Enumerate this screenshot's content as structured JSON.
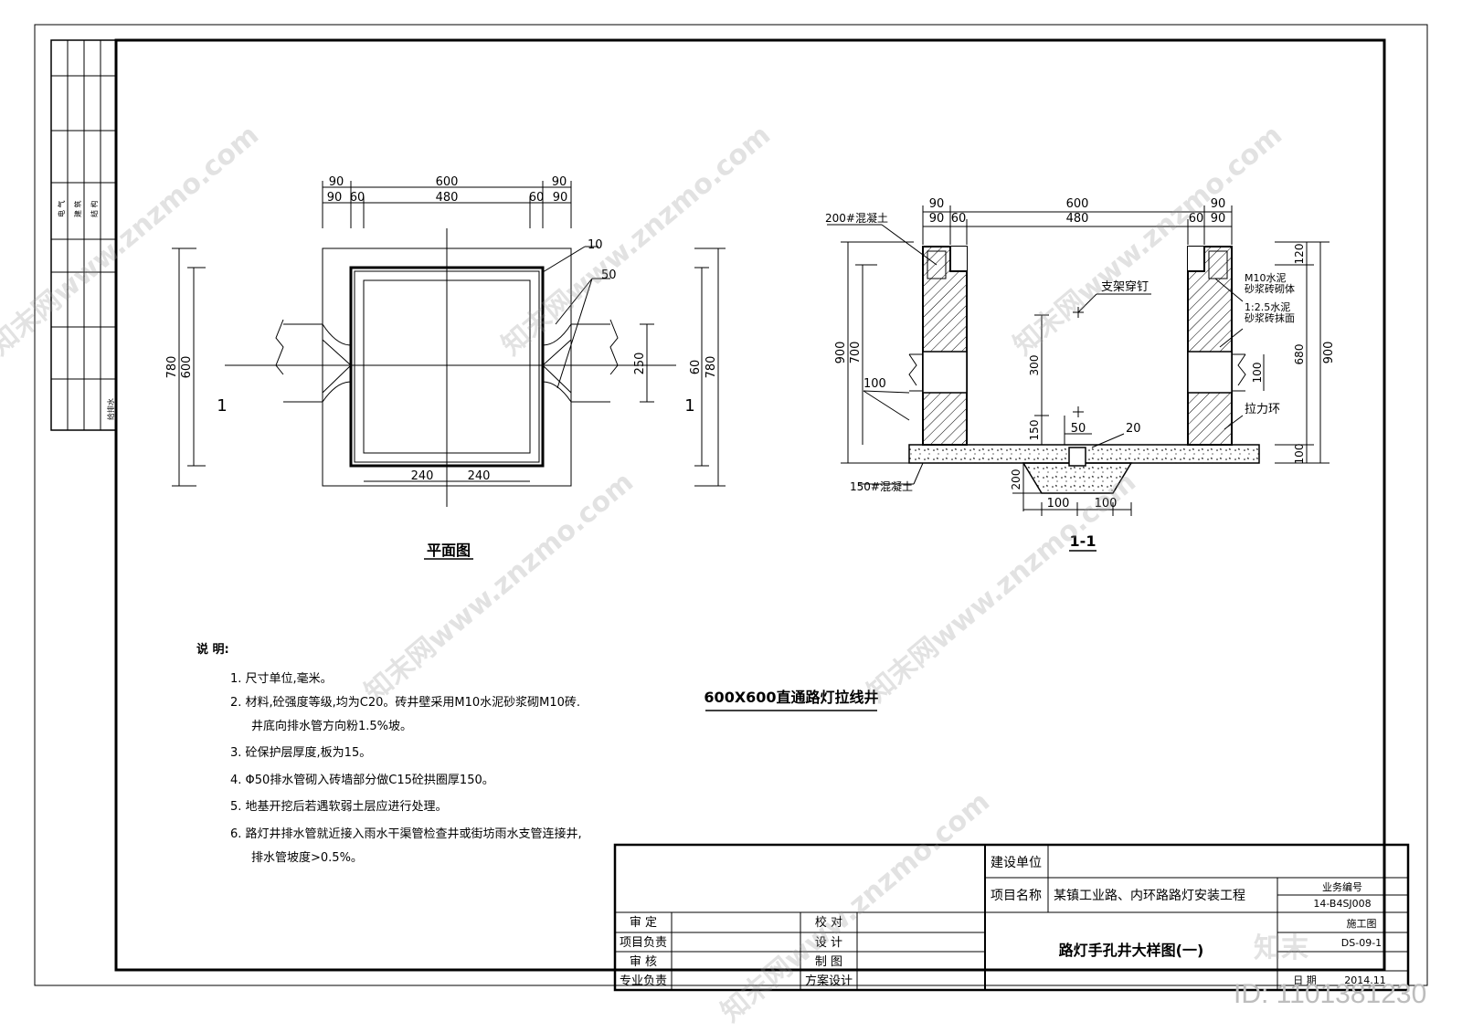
{
  "drawing_title": "600X600直通路灯拉线井",
  "plan": {
    "caption": "平面图",
    "dims_top_upper": [
      "90",
      "600",
      "90"
    ],
    "dims_top_lower": [
      "90",
      "60",
      "480",
      "60",
      "90"
    ],
    "dim_left_outer": "780",
    "dim_left_inner": "600",
    "dim_right_outer": "780",
    "dim_right_inner": "60",
    "dim_pipe": "250",
    "dims_bottom": [
      "240",
      "240"
    ],
    "callout_10": "10",
    "callout_50": "50",
    "section_mark_left": "1",
    "section_mark_right": "1"
  },
  "section": {
    "caption": "1-1",
    "dims_top_upper": [
      "90",
      "600",
      "90"
    ],
    "dims_top_lower": [
      "90",
      "60",
      "480",
      "60",
      "90"
    ],
    "dim_left_900": "900",
    "dim_left_700": "700",
    "dim_right_120": "120",
    "dim_right_680": "680",
    "dim_right_100": "100",
    "dim_right_900": "900",
    "dim_pipe_right": "100",
    "dim_300": "300",
    "dim_150": "150",
    "dim_50": "50",
    "dim_20": "20",
    "dim_200": "200",
    "dims_bottom": [
      "100",
      "100"
    ],
    "label_100": "100",
    "label_c200": "200#混凝土",
    "label_c150": "150#混凝土",
    "label_bracket": "支架穿钉",
    "label_masonry_1": "M10水泥",
    "label_masonry_2": "砂浆砖砌体",
    "label_plaster_1": "1:2.5水泥",
    "label_plaster_2": "砂浆砖抹面",
    "label_ring": "拉力环"
  },
  "notes": {
    "heading": "说 明:",
    "items": [
      "1. 尺寸单位,毫米。",
      "2. 材料,砼强度等级,均为C20。砖井壁采用M10水泥砂浆砌M10砖.",
      "井底向排水管方向粉1.5%坡。",
      "3. 砼保护层厚度,板为15。",
      "4. Φ50排水管砌入砖墙部分做C15砼拱圈厚150。",
      "5. 地基开挖后若遇软弱土层应进行处理。",
      "6. 路灯井排水管就近接入雨水干渠管检查井或街坊雨水支管连接井,",
      "排水管坡度>0.5%。"
    ]
  },
  "title_block": {
    "builder_label": "建设单位",
    "builder_value": "",
    "project_label": "项目名称",
    "project_value": "某镇工业路、内环路路灯安装工程",
    "drawing_name": "路灯手孔井大样图(一)",
    "business_no_label": "业务编号",
    "business_no_value": "14-B4SJ008",
    "date_label": "日  期",
    "date_value": "2014.11",
    "stage_value": "施工图",
    "sheet_value": "DS-09-1",
    "roles_left": [
      "审      定",
      "项目负责",
      "审      核",
      "专业负责"
    ],
    "roles_right": [
      "校      对",
      "设      计",
      "制      图",
      "方案设计"
    ]
  },
  "side_strip": {
    "rows": [
      "电 气",
      "建 筑",
      "结 构",
      "给排水"
    ]
  },
  "watermark": {
    "text": "知末网www.znzmo.com",
    "logo": "知末",
    "id": "ID: 1101381230"
  }
}
